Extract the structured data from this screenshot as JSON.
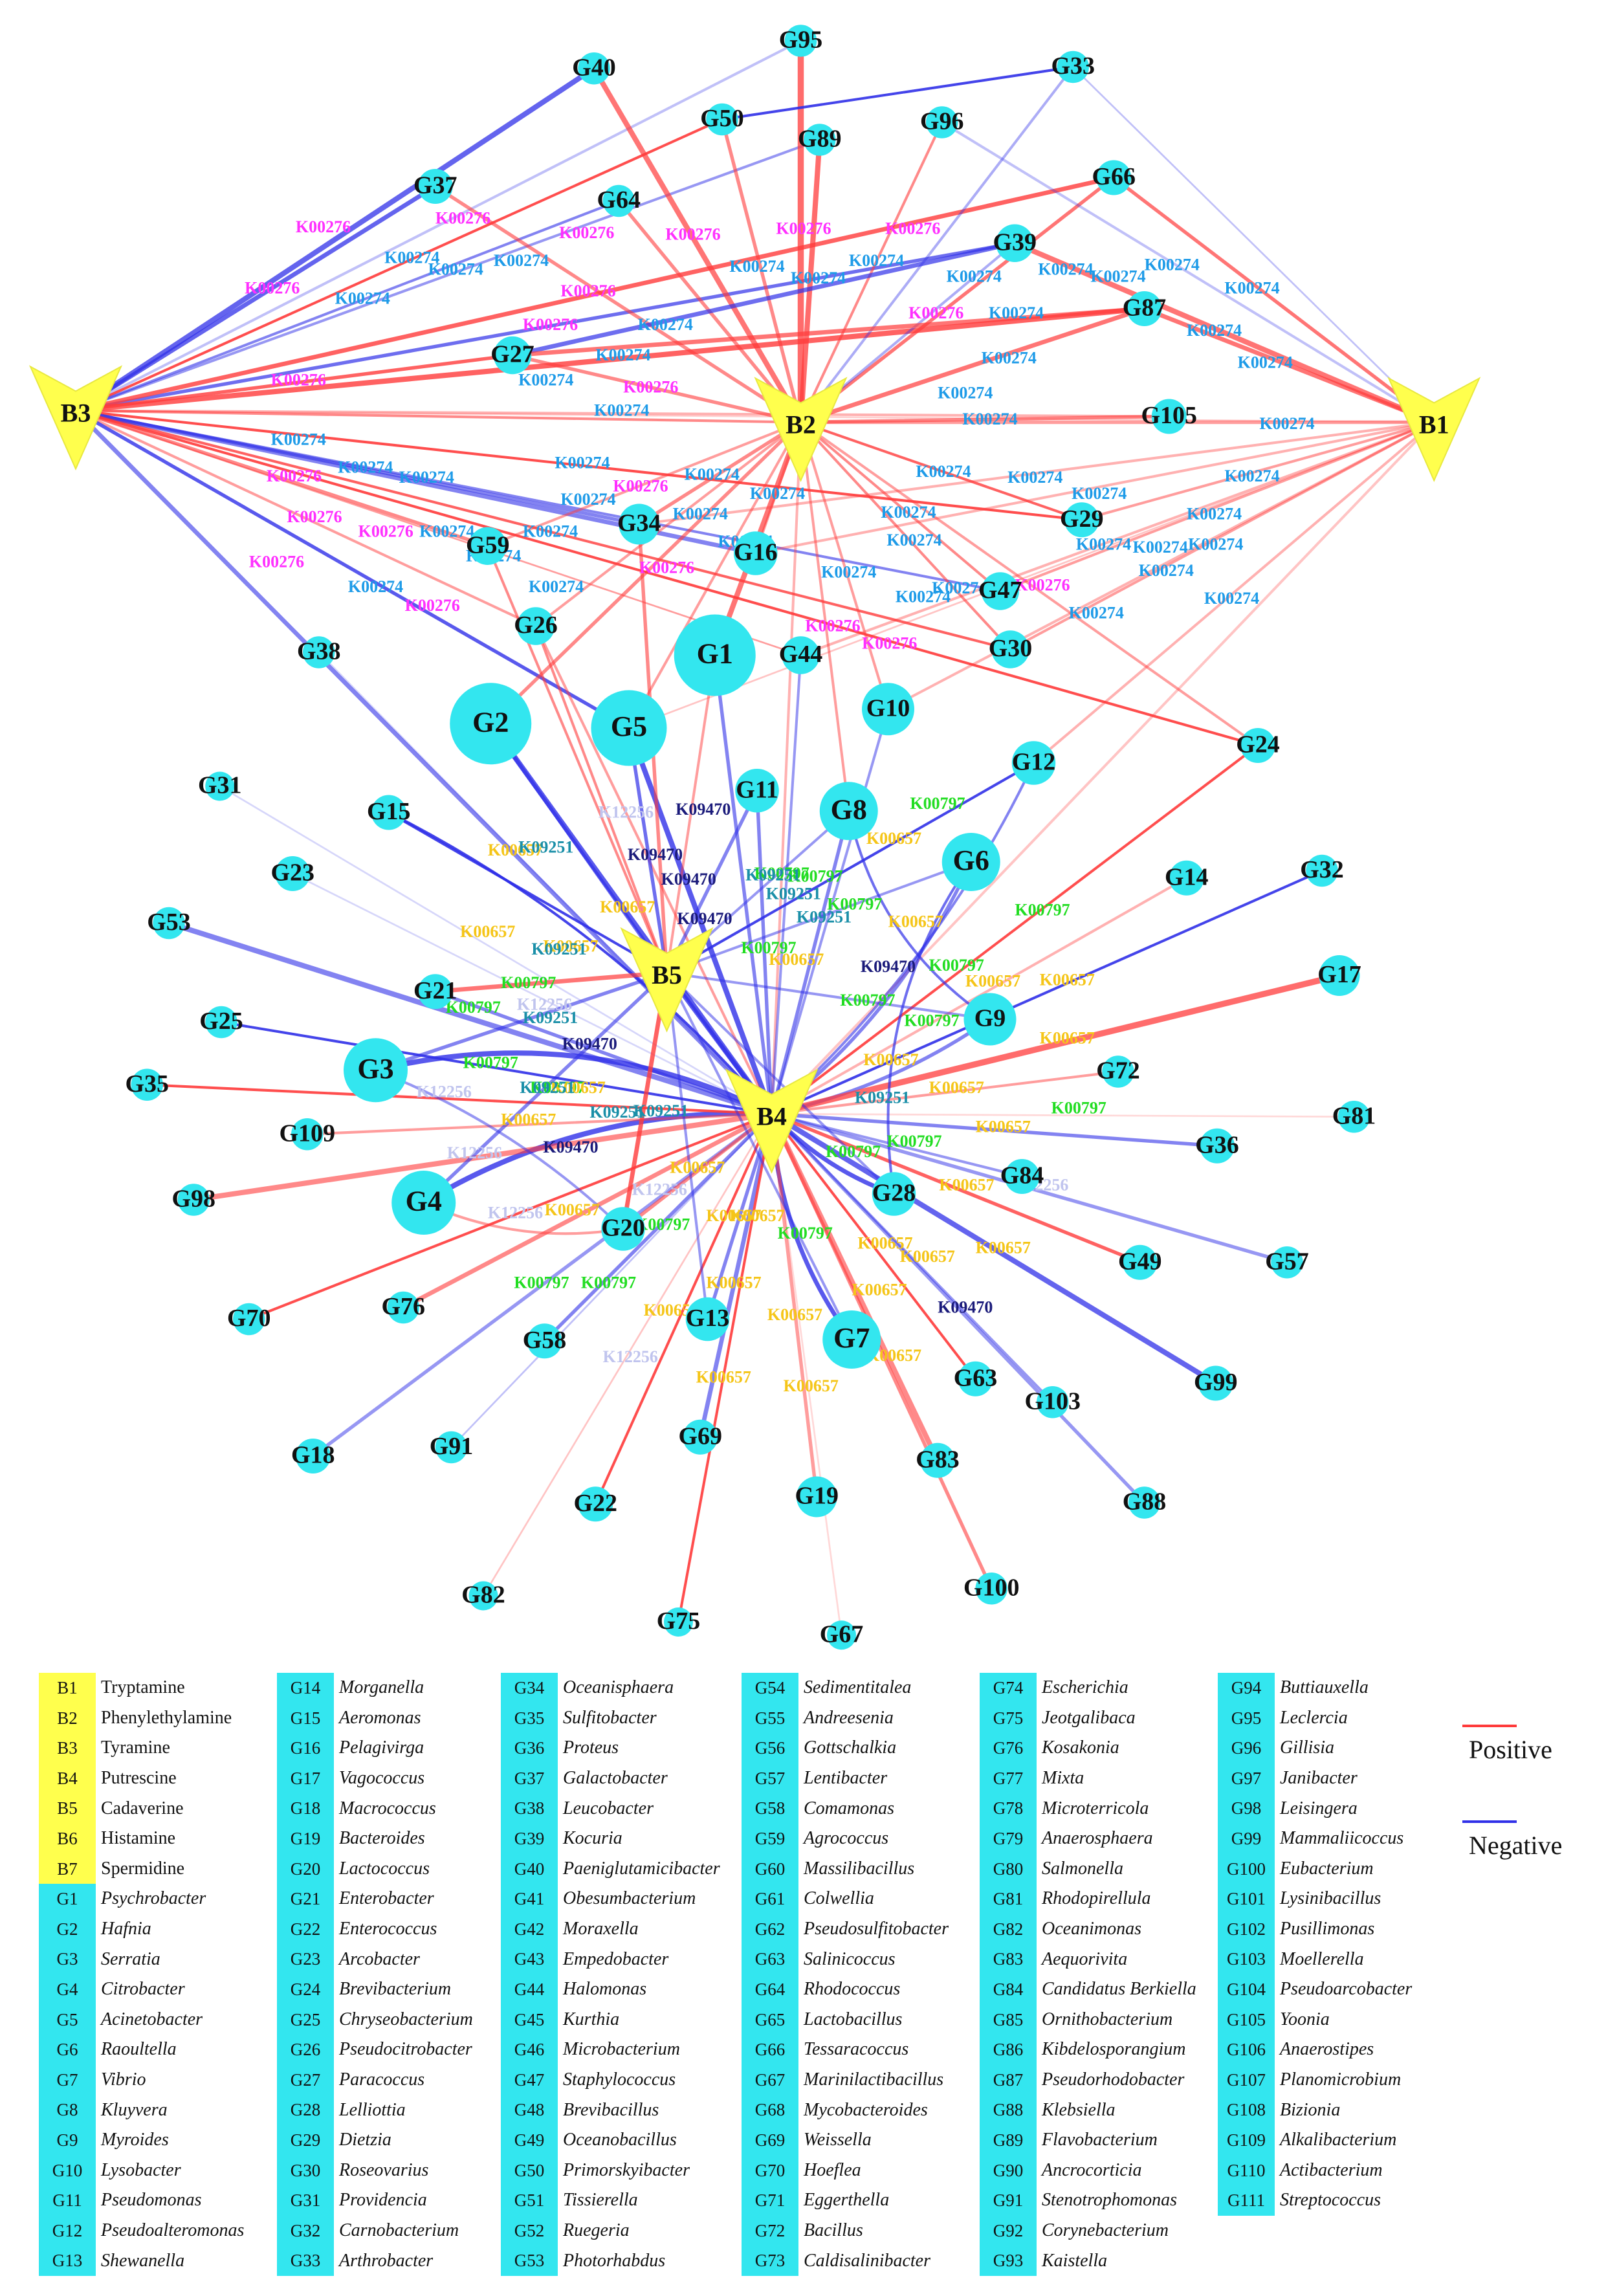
{
  "colors": {
    "positive": "#ff3b3b",
    "negative": "#3030e8",
    "biogenic_node": "#ffff4d",
    "genus_node": "#33e6ef",
    "ko_K00274": "#1e9be8",
    "ko_K00276": "#ff30ff",
    "ko_K00797": "#22dd22",
    "ko_K00657": "#f5c518",
    "ko_K09470": "#1a1a7a",
    "ko_K09251": "#1a8fa8",
    "ko_K12256": "#c0c4ee"
  },
  "network": {
    "biogenic_nodes": [
      "B1",
      "B2",
      "B3",
      "B4",
      "B5"
    ],
    "genus_nodes": [
      "G1",
      "G2",
      "G3",
      "G4",
      "G5",
      "G6",
      "G7",
      "G8",
      "G9",
      "G10",
      "G11",
      "G12",
      "G13",
      "G14",
      "G15",
      "G16",
      "G17",
      "G18",
      "G19",
      "G20",
      "G21",
      "G22",
      "G23",
      "G24",
      "G25",
      "G26",
      "G27",
      "G28",
      "G29",
      "G30",
      "G31",
      "G32",
      "G33",
      "G34",
      "G35",
      "G36",
      "G37",
      "G38",
      "G39",
      "G40",
      "G44",
      "G47",
      "G49",
      "G50",
      "G53",
      "G57",
      "G58",
      "G59",
      "G63",
      "G64",
      "G66",
      "G67",
      "G69",
      "G70",
      "G72",
      "G75",
      "G76",
      "G81",
      "G82",
      "G83",
      "G84",
      "G87",
      "G88",
      "G89",
      "G91",
      "G95",
      "G96",
      "G98",
      "G99",
      "G100",
      "G103",
      "G105",
      "G109"
    ],
    "ko_labels": {
      "K00274": "K00274",
      "K00276": "K00276",
      "K00797": "K00797",
      "K00657": "K00657",
      "K09470": "K09470",
      "K09251": "K09251",
      "K12256": "K12256"
    }
  },
  "legend": {
    "biogenic_amines": [
      {
        "code": "B1",
        "name": "Tryptamine"
      },
      {
        "code": "B2",
        "name": "Phenylethylamine"
      },
      {
        "code": "B3",
        "name": "Tyramine"
      },
      {
        "code": "B4",
        "name": "Putrescine"
      },
      {
        "code": "B5",
        "name": "Cadaverine"
      },
      {
        "code": "B6",
        "name": "Histamine"
      },
      {
        "code": "B7",
        "name": "Spermidine"
      }
    ],
    "genera": [
      {
        "code": "G1",
        "name": "Psychrobacter"
      },
      {
        "code": "G2",
        "name": "Hafnia"
      },
      {
        "code": "G3",
        "name": "Serratia"
      },
      {
        "code": "G4",
        "name": "Citrobacter"
      },
      {
        "code": "G5",
        "name": "Acinetobacter"
      },
      {
        "code": "G6",
        "name": "Raoultella"
      },
      {
        "code": "G7",
        "name": "Vibrio"
      },
      {
        "code": "G8",
        "name": "Kluyvera"
      },
      {
        "code": "G9",
        "name": "Myroides"
      },
      {
        "code": "G10",
        "name": "Lysobacter"
      },
      {
        "code": "G11",
        "name": "Pseudomonas"
      },
      {
        "code": "G12",
        "name": "Pseudoalteromonas"
      },
      {
        "code": "G13",
        "name": "Shewanella"
      },
      {
        "code": "G14",
        "name": "Morganella"
      },
      {
        "code": "G15",
        "name": "Aeromonas"
      },
      {
        "code": "G16",
        "name": "Pelagivirga"
      },
      {
        "code": "G17",
        "name": "Vagococcus"
      },
      {
        "code": "G18",
        "name": "Macrococcus"
      },
      {
        "code": "G19",
        "name": "Bacteroides"
      },
      {
        "code": "G20",
        "name": "Lactococcus"
      },
      {
        "code": "G21",
        "name": "Enterobacter"
      },
      {
        "code": "G22",
        "name": "Enterococcus"
      },
      {
        "code": "G23",
        "name": "Arcobacter"
      },
      {
        "code": "G24",
        "name": "Brevibacterium"
      },
      {
        "code": "G25",
        "name": "Chryseobacterium"
      },
      {
        "code": "G26",
        "name": "Pseudocitrobacter"
      },
      {
        "code": "G27",
        "name": "Paracoccus"
      },
      {
        "code": "G28",
        "name": "Lelliottia"
      },
      {
        "code": "G29",
        "name": "Dietzia"
      },
      {
        "code": "G30",
        "name": "Roseovarius"
      },
      {
        "code": "G31",
        "name": "Providencia"
      },
      {
        "code": "G32",
        "name": "Carnobacterium"
      },
      {
        "code": "G33",
        "name": "Arthrobacter"
      },
      {
        "code": "G34",
        "name": "Oceanisphaera"
      },
      {
        "code": "G35",
        "name": "Sulfitobacter"
      },
      {
        "code": "G36",
        "name": "Proteus"
      },
      {
        "code": "G37",
        "name": "Galactobacter"
      },
      {
        "code": "G38",
        "name": "Leucobacter"
      },
      {
        "code": "G39",
        "name": "Kocuria"
      },
      {
        "code": "G40",
        "name": "Paeniglutamicibacter"
      },
      {
        "code": "G41",
        "name": "Obesumbacterium"
      },
      {
        "code": "G42",
        "name": "Moraxella"
      },
      {
        "code": "G43",
        "name": "Empedobacter"
      },
      {
        "code": "G44",
        "name": "Halomonas"
      },
      {
        "code": "G45",
        "name": "Kurthia"
      },
      {
        "code": "G46",
        "name": "Microbacterium"
      },
      {
        "code": "G47",
        "name": "Staphylococcus"
      },
      {
        "code": "G48",
        "name": "Brevibacillus"
      },
      {
        "code": "G49",
        "name": "Oceanobacillus"
      },
      {
        "code": "G50",
        "name": "Primorskyibacter"
      },
      {
        "code": "G51",
        "name": "Tissierella"
      },
      {
        "code": "G52",
        "name": "Ruegeria"
      },
      {
        "code": "G53",
        "name": "Photorhabdus"
      },
      {
        "code": "G54",
        "name": "Sedimentitalea"
      },
      {
        "code": "G55",
        "name": "Andreesenia"
      },
      {
        "code": "G56",
        "name": "Gottschalkia"
      },
      {
        "code": "G57",
        "name": "Lentibacter"
      },
      {
        "code": "G58",
        "name": "Comamonas"
      },
      {
        "code": "G59",
        "name": "Agrococcus"
      },
      {
        "code": "G60",
        "name": "Massilibacillus"
      },
      {
        "code": "G61",
        "name": "Colwellia"
      },
      {
        "code": "G62",
        "name": "Pseudosulfitobacter"
      },
      {
        "code": "G63",
        "name": "Salinicoccus"
      },
      {
        "code": "G64",
        "name": "Rhodococcus"
      },
      {
        "code": "G65",
        "name": "Lactobacillus"
      },
      {
        "code": "G66",
        "name": "Tessaracoccus"
      },
      {
        "code": "G67",
        "name": "Marinilactibacillus"
      },
      {
        "code": "G68",
        "name": "Mycobacteroides"
      },
      {
        "code": "G69",
        "name": "Weissella"
      },
      {
        "code": "G70",
        "name": "Hoeflea"
      },
      {
        "code": "G71",
        "name": "Eggerthella"
      },
      {
        "code": "G72",
        "name": "Bacillus"
      },
      {
        "code": "G73",
        "name": "Caldisalinibacter"
      },
      {
        "code": "G74",
        "name": "Escherichia"
      },
      {
        "code": "G75",
        "name": "Jeotgalibaca"
      },
      {
        "code": "G76",
        "name": "Kosakonia"
      },
      {
        "code": "G77",
        "name": "Mixta"
      },
      {
        "code": "G78",
        "name": "Microterricola"
      },
      {
        "code": "G79",
        "name": "Anaerosphaera"
      },
      {
        "code": "G80",
        "name": "Salmonella"
      },
      {
        "code": "G81",
        "name": "Rhodopirellula"
      },
      {
        "code": "G82",
        "name": "Oceanimonas"
      },
      {
        "code": "G83",
        "name": "Aequorivita"
      },
      {
        "code": "G84",
        "name": "Candidatus Berkiella"
      },
      {
        "code": "G85",
        "name": "Ornithobacterium"
      },
      {
        "code": "G86",
        "name": "Kibdelosporangium"
      },
      {
        "code": "G87",
        "name": "Pseudorhodobacter"
      },
      {
        "code": "G88",
        "name": "Klebsiella"
      },
      {
        "code": "G89",
        "name": "Flavobacterium"
      },
      {
        "code": "G90",
        "name": "Ancrocorticia"
      },
      {
        "code": "G91",
        "name": "Stenotrophomonas"
      },
      {
        "code": "G92",
        "name": "Corynebacterium"
      },
      {
        "code": "G93",
        "name": "Kaistella"
      },
      {
        "code": "G94",
        "name": "Buttiauxella"
      },
      {
        "code": "G95",
        "name": "Leclercia"
      },
      {
        "code": "G96",
        "name": "Gillisia"
      },
      {
        "code": "G97",
        "name": "Janibacter"
      },
      {
        "code": "G98",
        "name": "Leisingera"
      },
      {
        "code": "G99",
        "name": "Mammaliicoccus"
      },
      {
        "code": "G100",
        "name": "Eubacterium"
      },
      {
        "code": "G101",
        "name": "Lysinibacillus"
      },
      {
        "code": "G102",
        "name": "Pusillimonas"
      },
      {
        "code": "G103",
        "name": "Moellerella"
      },
      {
        "code": "G104",
        "name": "Pseudoarcobacter"
      },
      {
        "code": "G105",
        "name": "Yoonia"
      },
      {
        "code": "G106",
        "name": "Anaerostipes"
      },
      {
        "code": "G107",
        "name": "Planomicrobium"
      },
      {
        "code": "G108",
        "name": "Bizionia"
      },
      {
        "code": "G109",
        "name": "Alkalibacterium"
      },
      {
        "code": "G110",
        "name": "Actibacterium"
      },
      {
        "code": "G111",
        "name": "Streptococcus"
      }
    ],
    "edge_key": {
      "positive": "Positive",
      "negative": "Negative"
    }
  }
}
